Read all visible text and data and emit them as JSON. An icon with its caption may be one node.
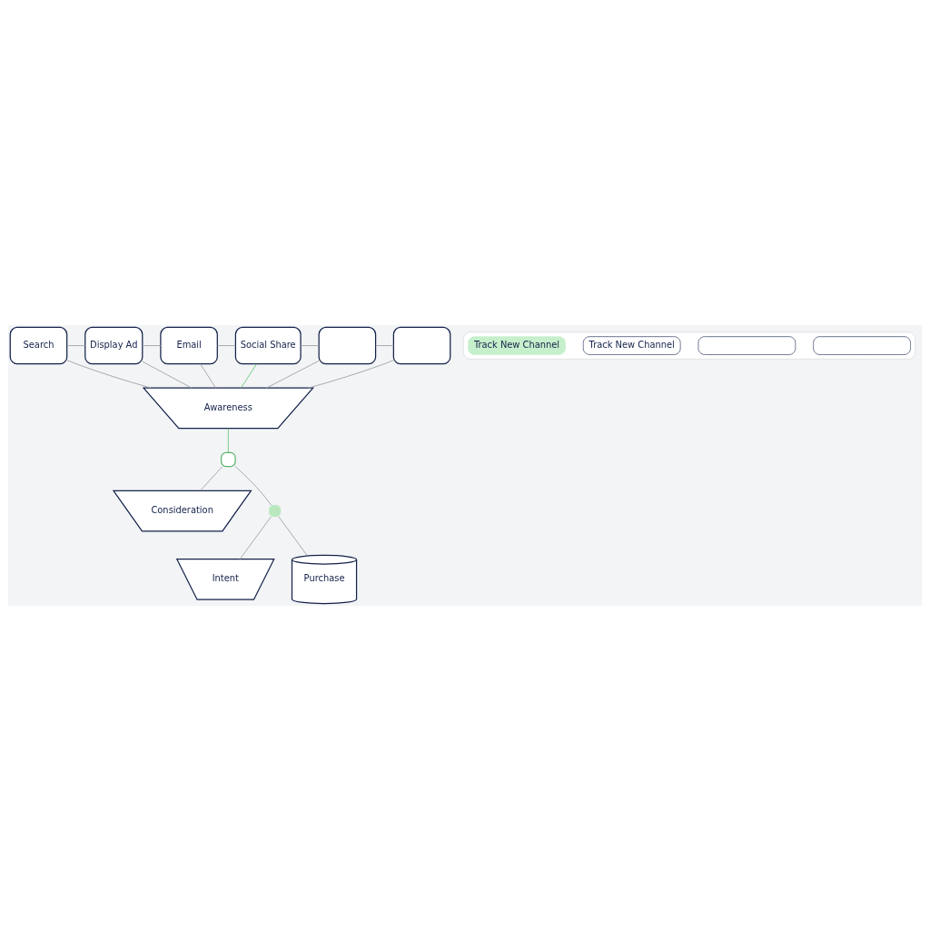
{
  "diagram": {
    "nodes": [
      {
        "text": [
          "Search"
        ]
      },
      {
        "text": [
          "Display Ad"
        ]
      },
      {
        "text": [
          "Email"
        ]
      },
      {
        "text": [
          "Social Share"
        ]
      },
      {
        "text": [],
        "shape": "box"
      },
      {
        "text": [],
        "shape": "box"
      },
      {
        "text": [
          "Awareness"
        ]
      },
      {
        "text": [
          "Consideration"
        ]
      },
      {
        "text": [
          "Intent"
        ]
      },
      {
        "text": [
          "Purchase"
        ]
      },
      {
        "text": [],
        "shape": "box"
      },
      {
        "text": [],
        "shape": "box"
      },
      {
        "text": [],
        "shape": "box"
      },
      {
        "text": [],
        "shape": "box",
        "in": 12
      },
      {
        "text": [],
        "shape": "box",
        "in": 12
      },
      {
        "text": [
          "Track New Channel"
        ],
        "in": 12
      },
      {
        "text": [
          "Track New Channel"
        ],
        "in": 12
      }
    ],
    "edges": [
      {
        "from": 0,
        "to": 1,
        "arrow": "none"
      },
      {
        "from": 1,
        "to": 2,
        "arrow": "none"
      },
      {
        "from": 2,
        "to": 3,
        "arrow": "none"
      },
      {
        "from": 3,
        "to": 4,
        "arrow": "none"
      },
      {
        "from": 4,
        "to": 5,
        "arrow": "none"
      },
      {
        "from": 0,
        "to": 6,
        "arrow": "none"
      },
      {
        "from": 1,
        "to": 6,
        "arrow": "none"
      },
      {
        "from": 2,
        "to": 6,
        "arrow": "none"
      },
      {
        "from": 3,
        "to": 6,
        "arrow": "none",
        "color": "#6cc977"
      },
      {
        "from": 4,
        "to": 6,
        "arrow": "none"
      },
      {
        "from": 5,
        "to": 6,
        "arrow": "none"
      },
      {
        "from": 6,
        "to": 10,
        "arrow": "none",
        "color": "#6cc977"
      },
      {
        "from": 10,
        "to": 7,
        "arrow": "none"
      },
      {
        "from": 10,
        "to": 11,
        "arrow": "none"
      },
      {
        "from": 11,
        "to": 8,
        "arrow": "none"
      },
      {
        "from": 11,
        "to": 9,
        "arrow": "none"
      }
    ]
  }
}
